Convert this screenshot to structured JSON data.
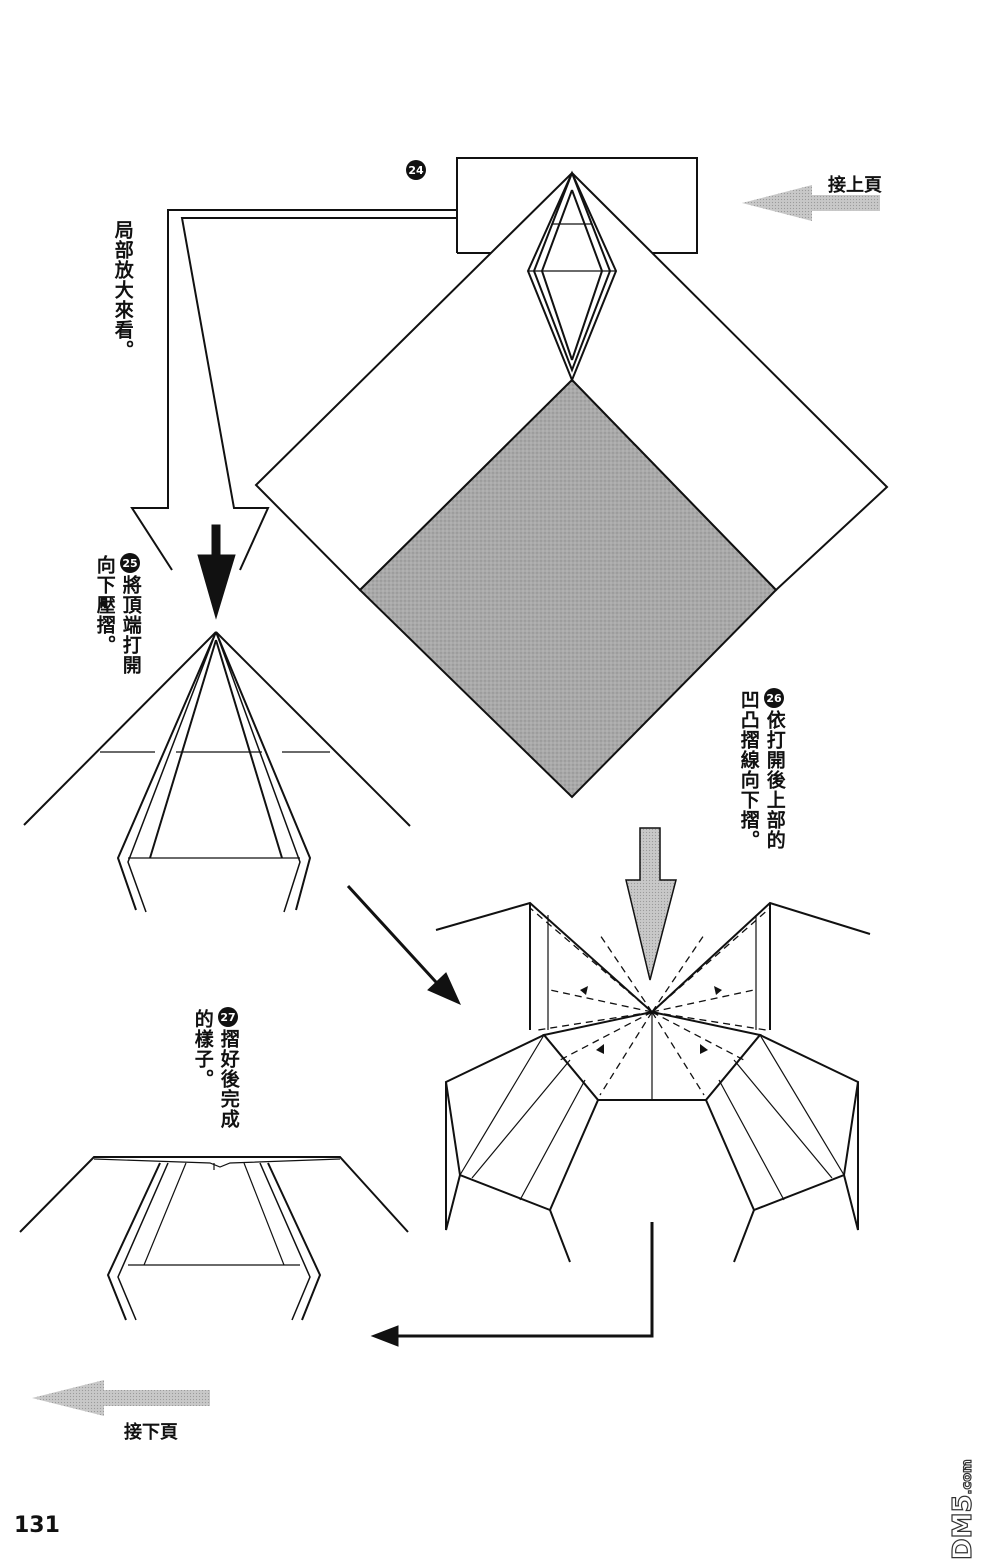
{
  "page_number": "131",
  "continue_from_label": "接上頁",
  "continue_to_label": "接下頁",
  "zoom_note": "局部放大來看。",
  "steps": [
    {
      "num": "24",
      "text": ""
    },
    {
      "num": "25",
      "text": "將頂端打開向下壓摺。"
    },
    {
      "num": "26",
      "text": "依打開後上部的凹凸摺線向下摺。"
    },
    {
      "num": "27",
      "text": "摺好後完成的樣子。"
    }
  ],
  "step25_col1": "將頂端打開",
  "step25_col2": "向下壓摺。",
  "step26_col1": "依打開後上部的",
  "step26_col2": "凹凸摺線向下摺。",
  "step27_col1": "摺好後完成",
  "step27_col2": "的樣子。",
  "watermark": {
    "main": "DM5",
    "suffix": ".com"
  },
  "colors": {
    "shaded": "#9c9c9c",
    "arrow_gray": "#b5b5b5",
    "ink": "#111111"
  }
}
